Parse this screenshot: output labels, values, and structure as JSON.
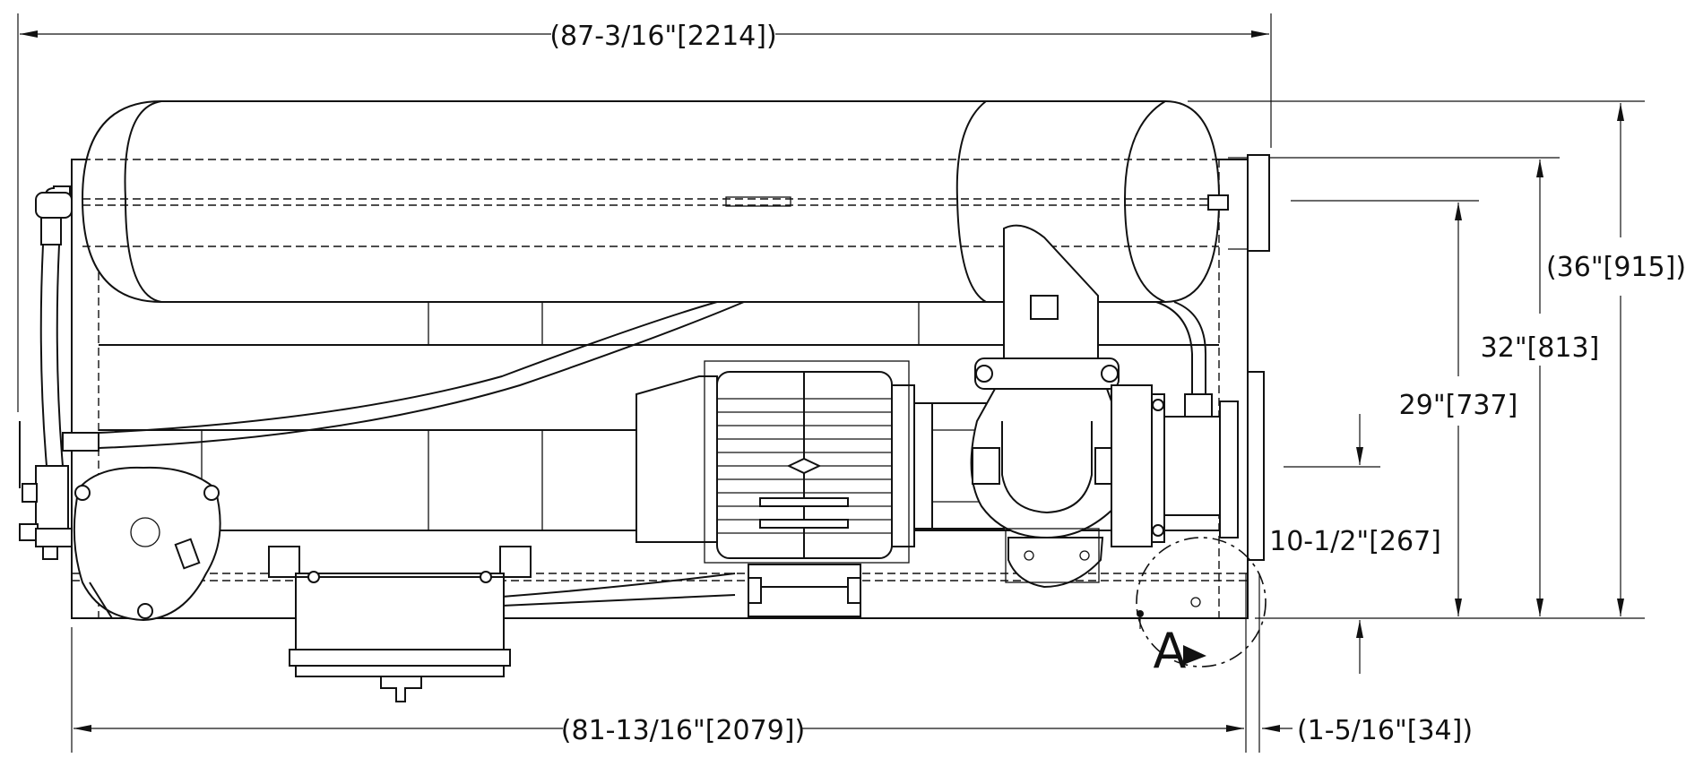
{
  "drawing": {
    "dimensions": {
      "overall_length": "(87-3/16\"[2214])",
      "frame_length": "(81-13/16\"[2079])",
      "offset_right": "(1-5/16\"[34])",
      "overall_height": "(36\"[915])",
      "height_32": "32\"[813]",
      "height_29": "29\"[737]",
      "height_10": "10-1/2\"[267]"
    },
    "callout": {
      "detail_label": "A"
    },
    "colors": {
      "line": "#111111",
      "background": "#ffffff"
    }
  }
}
